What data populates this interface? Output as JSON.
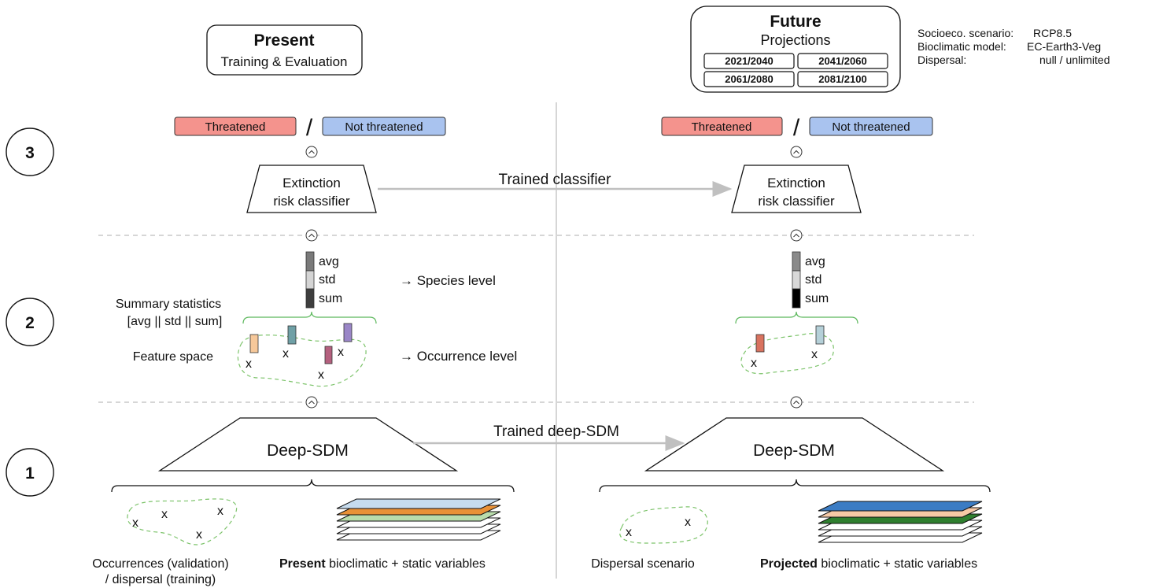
{
  "present": {
    "title": "Present",
    "subtitle": "Training & Evaluation",
    "threatened": "Threatened",
    "not_threatened": "Not threatened",
    "classifier": [
      "Extinction",
      "risk classifier"
    ],
    "stats_values": [
      "avg",
      "std",
      "sum"
    ],
    "species_level": "→ Species level",
    "occurrence_level": "→ Occurrence level",
    "summary_stats": [
      "Summary statistics",
      "[avg || std || sum]"
    ],
    "feature_space": "Feature space",
    "deep_sdm": "Deep-SDM",
    "occurrences": [
      "Occurrences (validation)",
      "/ dispersal (training)"
    ],
    "vars_bold": "Present",
    "vars_rest": " bioclimatic + static variables"
  },
  "future": {
    "title": "Future",
    "subtitle": "Projections",
    "periods": [
      "2021/2040",
      "2041/2060",
      "2061/2080",
      "2081/2100"
    ],
    "threatened": "Threatened",
    "not_threatened": "Not threatened",
    "classifier": [
      "Extinction",
      "risk classifier"
    ],
    "stats_values": [
      "avg",
      "std",
      "sum"
    ],
    "deep_sdm": "Deep-SDM",
    "dispersal_scenario": "Dispersal scenario",
    "vars_bold": "Projected",
    "vars_rest": " bioclimatic + static variables"
  },
  "settings": [
    {
      "label": "Socioeco. scenario:",
      "value": "RCP8.5"
    },
    {
      "label": "Bioclimatic model:",
      "value": "EC-Earth3-Veg"
    },
    {
      "label": "Dispersal:",
      "value": "null / unlimited"
    }
  ],
  "separator": "/",
  "transfer_classifier": "Trained classifier",
  "transfer_sdm": "Trained deep-SDM",
  "levels": [
    "3",
    "2",
    "1"
  ],
  "occurrence_marker": "x",
  "colors": {
    "threatened": "#f4938d",
    "not_threatened": "#a9c3ef",
    "arrow": "#c0c0c0",
    "dashed": "#bdbdbd",
    "dispersal_outline": "#7cc36a",
    "brace": "#5cb85c"
  }
}
